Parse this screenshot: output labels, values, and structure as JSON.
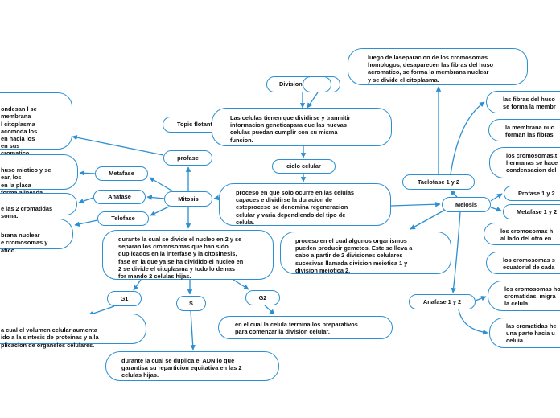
{
  "diagram": {
    "nodes": {
      "division": "Division",
      "topic": "Topic flotante",
      "celulas": "Las celulas tienen que dividirse y tranmitir\ninformacion geneticapara que las nuevas\ncelulas puedan cumplir con su misma\nfuncion.",
      "ciclo": "ciclo celular",
      "proceso": "proceso en que solo ocurre en las celulas\ncapaces e dividirse la duracion de\nesteproceso se denomina regeneracion\ncelular y varia dependiendo del tipo de\ncelula.",
      "profase": "profase",
      "metafase": "Metafase",
      "anafase": "Anafase",
      "telofase": "Telofase",
      "mitosis": "Mitosis",
      "left1": "ondesan l se\nmembrana\nl citoplasma\nacomoda los\nen hacia los\nen sus\ncromatico.",
      "left2": "huso miotico y se\near, los\nen la placa\nforma alineada.",
      "left3": "e las 2 cromatidas\nsoma.",
      "left4": "brana nuclear\ne cromosomas y\natico.",
      "mitosis_desc": "durante la cual se divide el nucleo en 2 y se\nseparan los cromosomas que han sido\nduplicados en la interfase y la citosinesis,\nfase en la que ya se ha dividido el nucleo en\n2 se divide el citoplasma y todo lo demas\nfor mando 2 celulas hijas.",
      "g1": "G1",
      "s": "S",
      "g2": "G2",
      "g1_desc": "a cual el volumen celular aumenta\nido a la sintesis de proteinas y a la\nplicacion de organelos celulares.",
      "g2_desc": "en el cual la celula termina los preparativos\npara comenzar la division celular.",
      "s_desc": "durante la cual se duplica el ADN lo que\ngarantisa su reparticion equitativa en las 2\ncelulas hijas.",
      "top_right": "luego de laseparacion de los cromosomas\nhomologos, desaparecen las fibras del huso\nacromatico, se forma la membrana nuclear\ny se divide el citoplasma.",
      "telofase12": "Taelofase 1 y 2",
      "meiosis": "Meiosis",
      "meiosis_desc": "proceso en el cual algunos organismos\npueden producir gemetos. Este se lleva a\ncabo a partir de 2 divisiones celulares\nsucesivas llamada division meiotica 1 y\ndivision meiotica 2.",
      "anafase12": "Anafase 1 y 2",
      "profase12": "Profase 1 y 2",
      "metafase12": "Metafase 1 y 2",
      "r1": "las fibras del huso\nse forma la membr",
      "r2": "la membrana nuc\nforman las fibras",
      "r3": "los cromosomas,t\nhermanas se hace\ncondensacion del",
      "r4": "los cromosomas h\nal lado del otro en",
      "r5": "los cromosomas s\necuatorial de cada",
      "r6": "los cromosomas ho\ncromatidas, migra\nla celula.",
      "r7": "las cromatidas he\nuna parte hacia u\nceluia."
    },
    "line_color": "#2b8fd1"
  }
}
